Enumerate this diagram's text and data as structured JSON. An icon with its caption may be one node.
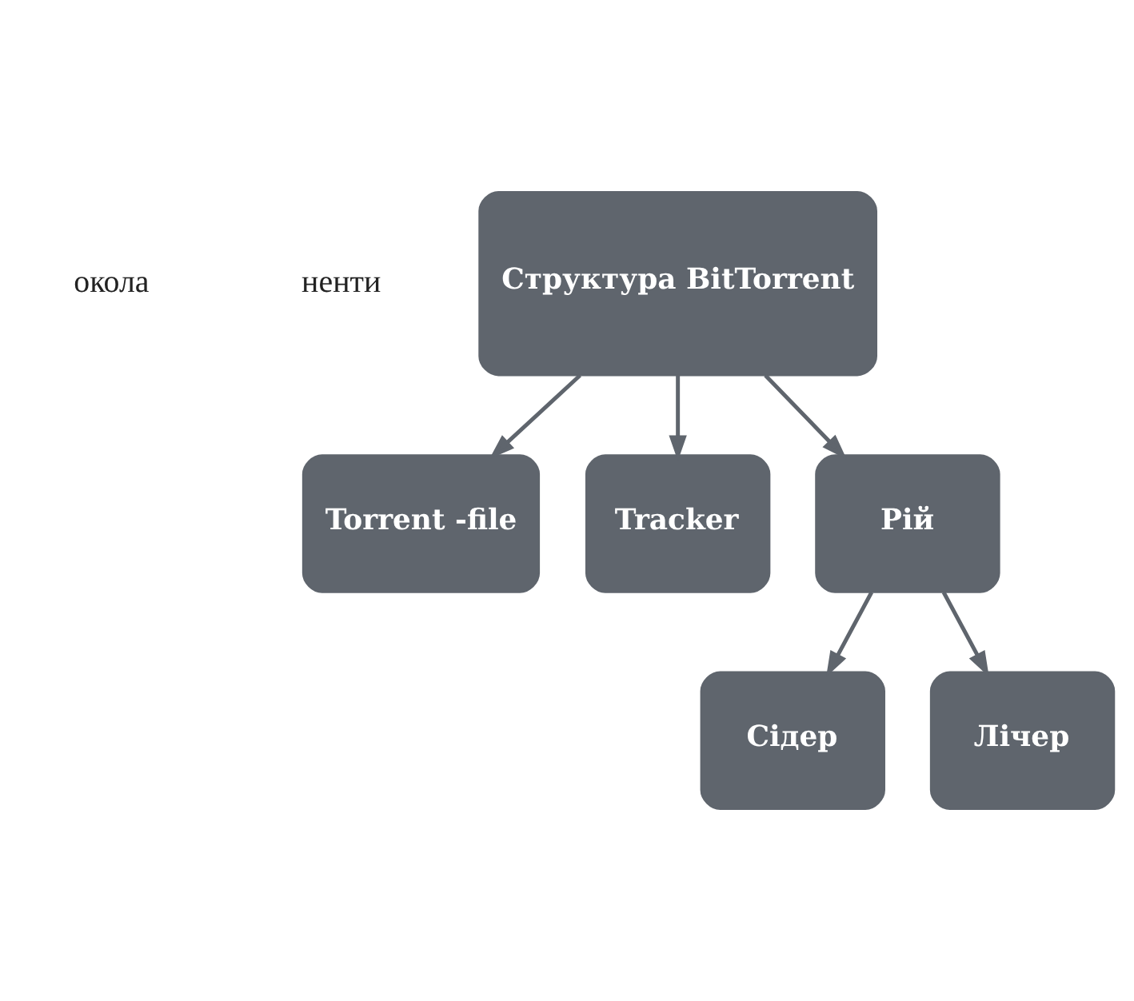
{
  "diagram": {
    "nodes": [
      {
        "text": [
          "Структура BitTorrent"
        ]
      },
      {
        "text": [
          "Torrent -file"
        ]
      },
      {
        "text": [
          "Tracker"
        ]
      },
      {
        "text": [
          "Рій"
        ]
      },
      {
        "text": [
          "Сідер"
        ]
      },
      {
        "text": [
          "Лічер"
        ]
      }
    ],
    "edges": [
      {
        "from": 0,
        "to": 1,
        "arrow": "to"
      },
      {
        "from": 0,
        "to": 2,
        "arrow": "to"
      },
      {
        "from": 0,
        "to": 3,
        "arrow": "to"
      },
      {
        "from": 3,
        "to": 4,
        "arrow": "to"
      },
      {
        "from": 3,
        "to": 5,
        "arrow": "to"
      }
    ],
    "labels": [
      "окола",
      "ненти"
    ]
  }
}
